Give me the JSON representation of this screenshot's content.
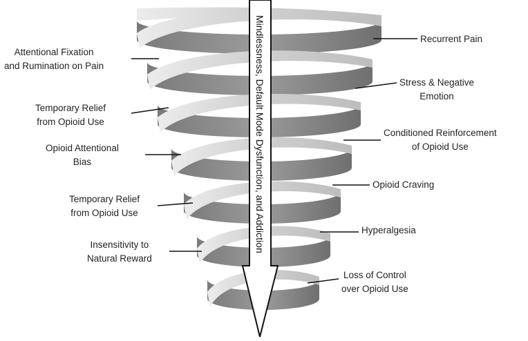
{
  "diagram": {
    "arrow_label": "Mindlessness, Default Mode Dysfunction, and Addiction",
    "left_labels": [
      {
        "lines": [
          "Attentional Fixation",
          "and Rumination on Pain"
        ]
      },
      {
        "lines": [
          "Temporary Relief",
          "from Opioid Use"
        ]
      },
      {
        "lines": [
          "Opioid Attentional",
          "Bias"
        ]
      },
      {
        "lines": [
          "Temporary Relief",
          "from Opioid Use"
        ]
      },
      {
        "lines": [
          "Insensitivity to",
          "Natural Reward"
        ]
      }
    ],
    "right_labels": [
      {
        "lines": [
          "Recurrent Pain"
        ]
      },
      {
        "lines": [
          "Stress & Negative",
          "Emotion"
        ]
      },
      {
        "lines": [
          "Conditioned Reinforcement",
          "of Opioid Use"
        ]
      },
      {
        "lines": [
          "Opioid Craving"
        ]
      },
      {
        "lines": [
          "Hyperalgesia"
        ]
      },
      {
        "lines": [
          "Loss of Control",
          "over Opioid Use"
        ]
      }
    ]
  }
}
